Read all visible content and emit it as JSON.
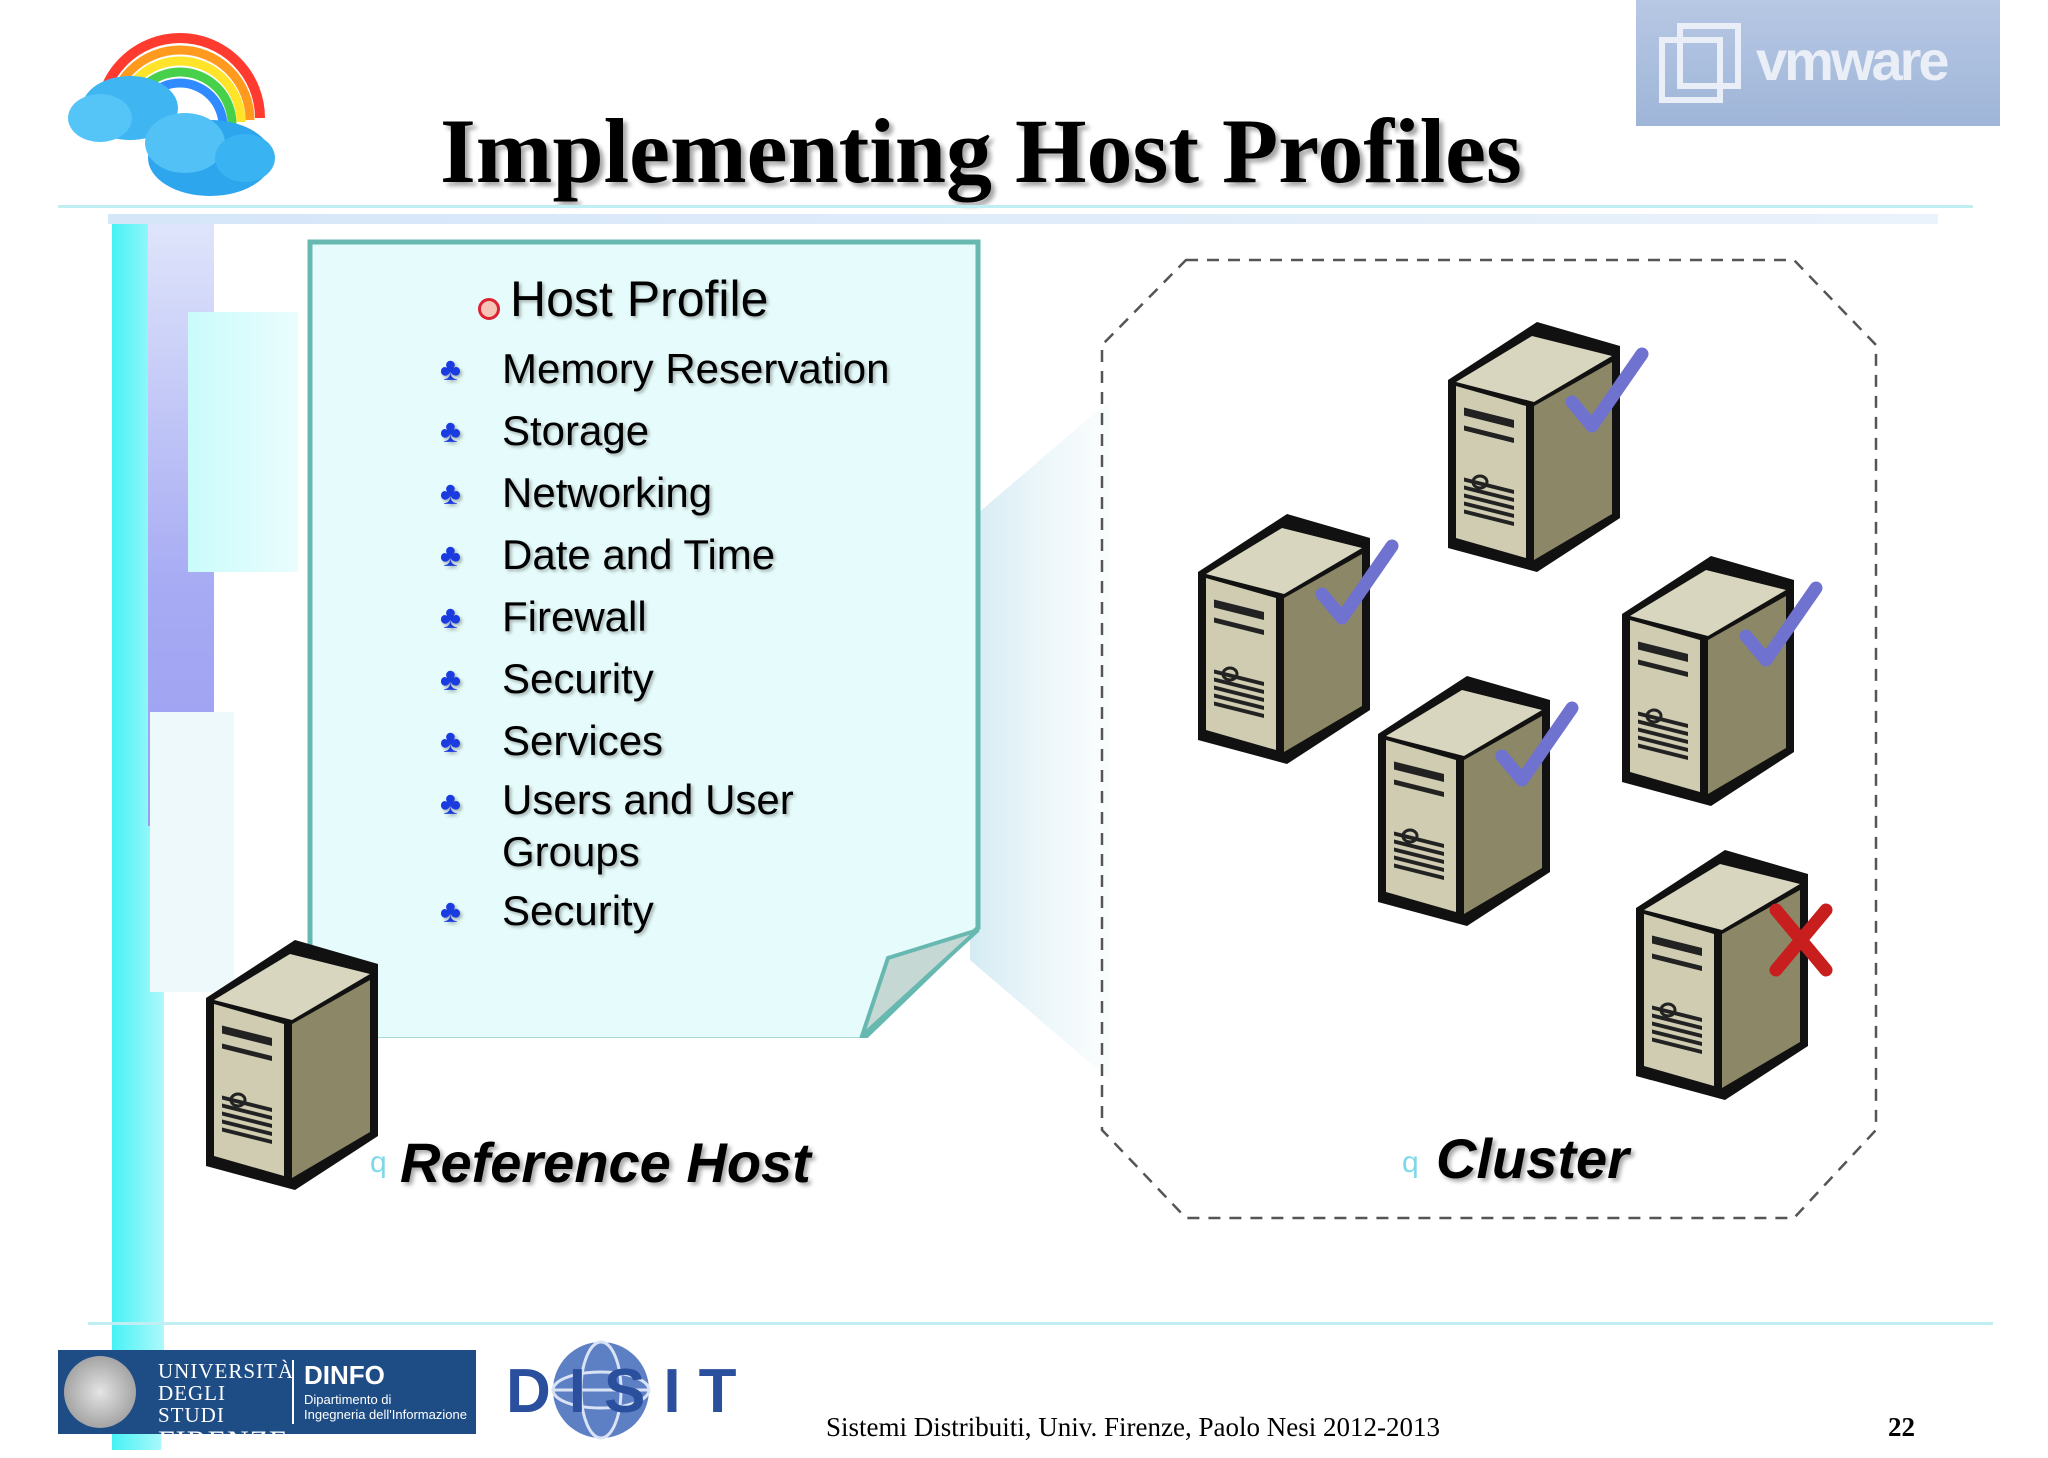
{
  "slide": {
    "title": "Implementing Host Profiles",
    "logo_text": "vmware"
  },
  "profile_card": {
    "heading": "Host Profile",
    "items": [
      {
        "label": "Memory Reservation"
      },
      {
        "label": "Storage"
      },
      {
        "label": "Networking"
      },
      {
        "label": "Date and Time"
      },
      {
        "label": "Firewall"
      },
      {
        "label": "Security"
      },
      {
        "label": "Services"
      },
      {
        "label": "Users and User Groups"
      },
      {
        "label": "Security"
      }
    ],
    "bullet_icon": "club-icon"
  },
  "labels": {
    "reference_host": "Reference Host",
    "cluster": "Cluster"
  },
  "cluster_servers": [
    {
      "status": "compliant"
    },
    {
      "status": "compliant"
    },
    {
      "status": "compliant"
    },
    {
      "status": "compliant"
    },
    {
      "status": "noncompliant"
    }
  ],
  "colors": {
    "check": "#6f73cf",
    "cross": "#c81e1e",
    "bullet": "#1a3be0",
    "card_fill": "#e6fbfb",
    "card_stroke": "#66b8b0"
  },
  "footer": {
    "university_line1": "UNIVERSITÀ",
    "university_line2": "DEGLI STUDI",
    "university_line3": "FIRENZE",
    "dept_name": "DINFO",
    "dept_line1": "Dipartimento di",
    "dept_line2": "Ingegneria dell'Informazione",
    "lab_logo": "DISIT",
    "course": "Sistemi Distribuiti, Univ. Firenze, Paolo Nesi 2012-2013",
    "page_number": "22"
  }
}
